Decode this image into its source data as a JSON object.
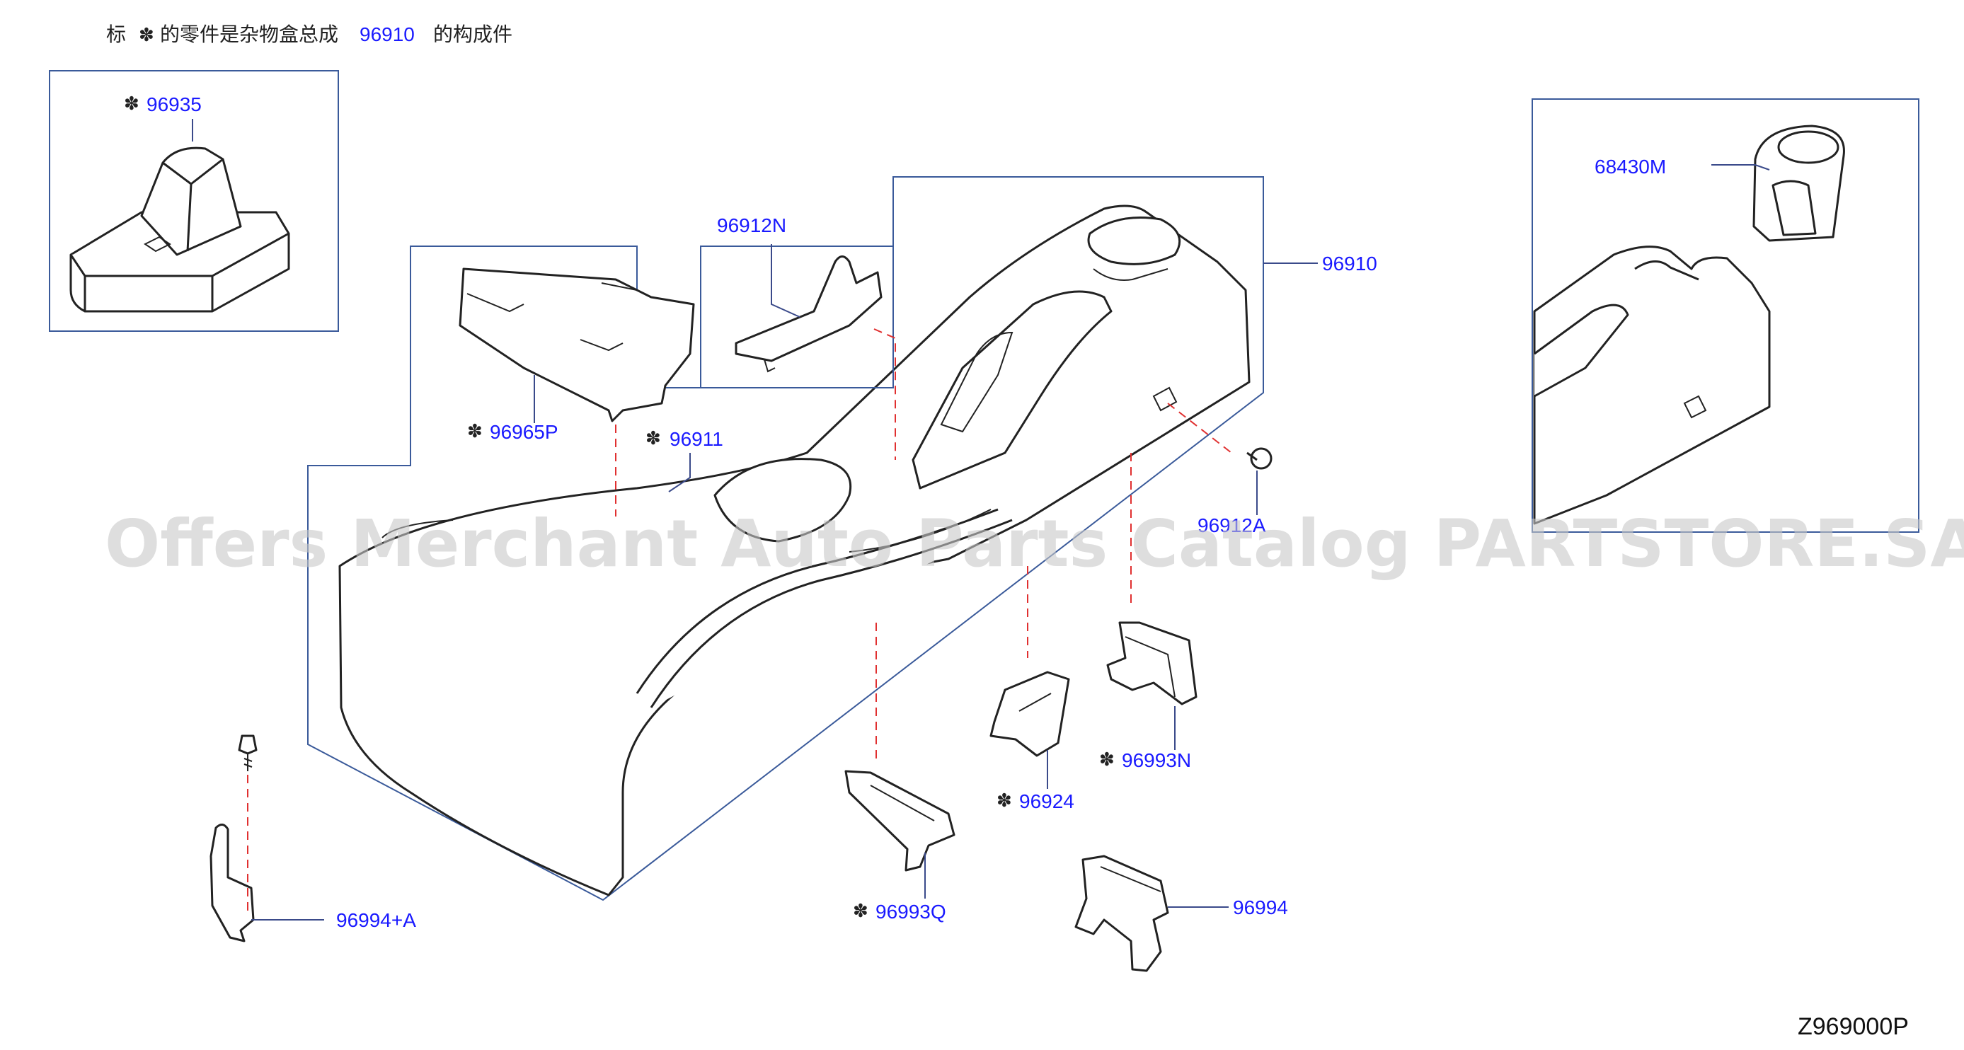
{
  "note": {
    "prefix": "标",
    "star": "✽",
    "middle": "的零件是杂物盒总成",
    "assembly_number": "96910",
    "suffix": "的构成件"
  },
  "watermark": "Offers Merchant Auto Parts Catalog PARTSTORE.SA",
  "diagram_code": "Z969000P",
  "part_labels": {
    "p96935": "96935",
    "p96912N": "96912N",
    "p96965P": "96965P",
    "p96911": "96911",
    "p96910": "96910",
    "p96912A": "96912A",
    "p68430M": "68430M",
    "p96993N": "96993N",
    "p96924": "96924",
    "p96993Q": "96993Q",
    "p96994A": "96994+A",
    "p96994": "96994"
  },
  "marker_symbol": "✽",
  "colors": {
    "label_blue": "#1a1aff",
    "leader": "#3a4a8a",
    "dash_red": "#e03030",
    "watermark_gray": "#c8c8c8"
  }
}
